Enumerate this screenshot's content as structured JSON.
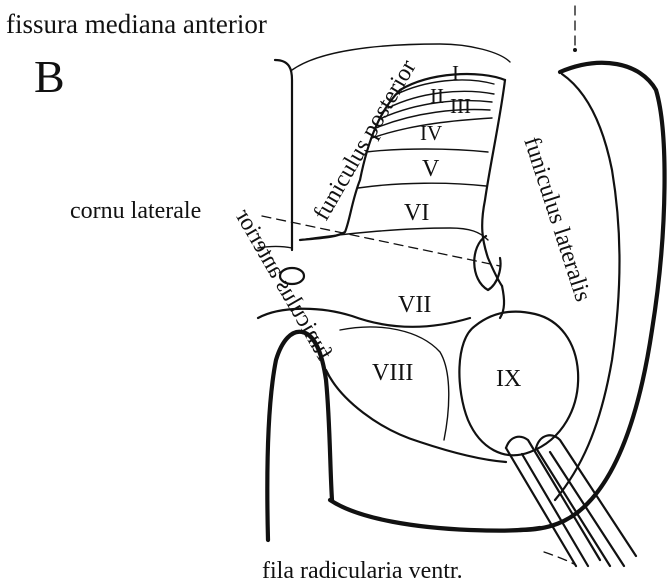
{
  "figure": {
    "panel_letter": "B",
    "labels": {
      "fissura": "fissura mediana anterior",
      "cornu_laterale": "cornu laterale",
      "funiculus_posterior": "funiculus posterior",
      "funiculus_lateralis": "funiculus lateralis",
      "funiculus_anterior": "funiculus anterior",
      "fila": "fila radicularia ventr."
    },
    "laminae": [
      "I",
      "II",
      "III",
      "IV",
      "V",
      "VI",
      "VII",
      "VIII",
      "IX"
    ]
  }
}
